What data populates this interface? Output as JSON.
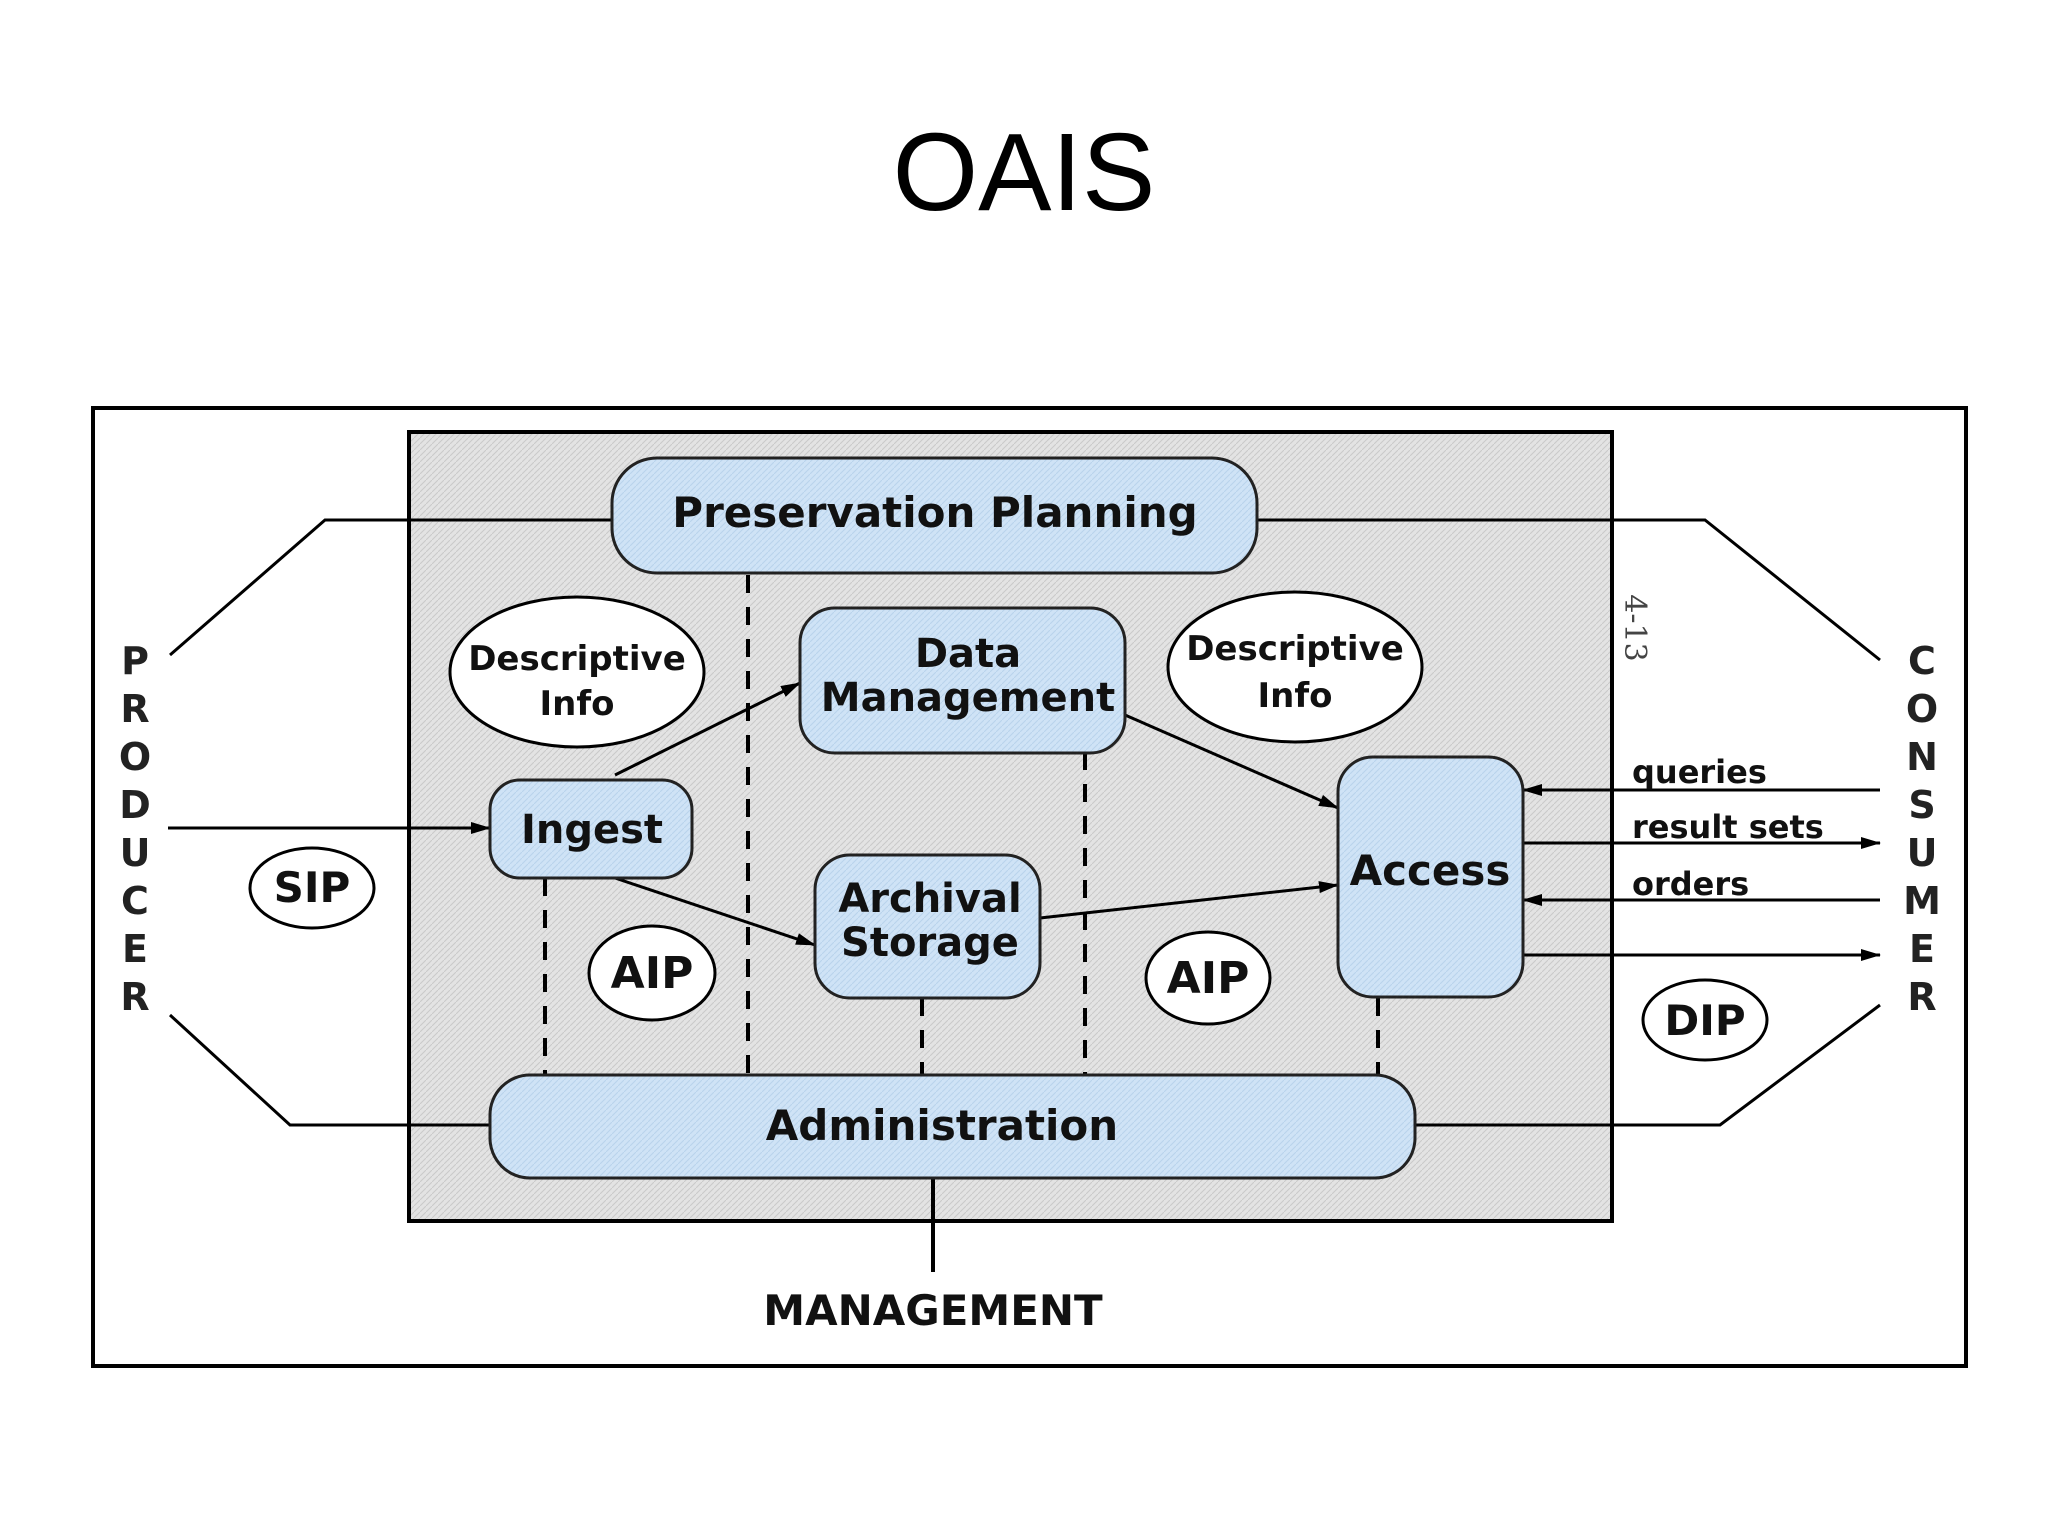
{
  "slide": {
    "title": "OAIS"
  },
  "diagram": {
    "producer": [
      "P",
      "R",
      "O",
      "D",
      "U",
      "C",
      "E",
      "R"
    ],
    "consumer": [
      "C",
      "O",
      "N",
      "S",
      "U",
      "M",
      "E",
      "R"
    ],
    "management": "MANAGEMENT",
    "figure_number": "4-13",
    "functions": {
      "preservation_planning": "Preservation Planning",
      "data_management": [
        "Data",
        "Management"
      ],
      "ingest": "Ingest",
      "archival_storage": [
        "Archival",
        "Storage"
      ],
      "access": "Access",
      "administration": "Administration"
    },
    "packages": {
      "descriptive_info_left": [
        "Descriptive",
        "Info"
      ],
      "descriptive_info_right": [
        "Descriptive",
        "Info"
      ],
      "sip": "SIP",
      "aip_left": "AIP",
      "aip_right": "AIP",
      "dip": "DIP"
    },
    "consumer_flows": {
      "queries": "queries",
      "result_sets": "result sets",
      "orders": "orders"
    }
  }
}
